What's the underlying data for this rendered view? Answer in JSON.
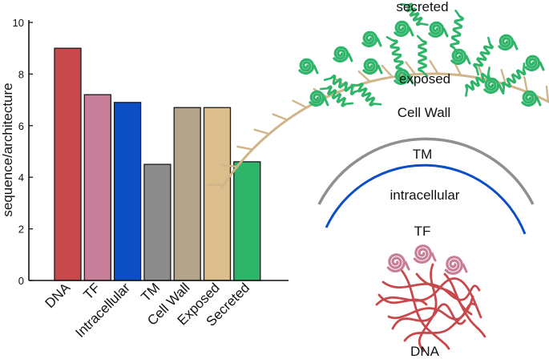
{
  "chart_data": {
    "type": "bar",
    "title": "",
    "xlabel": "",
    "ylabel": "sequence/architecture",
    "ylim": [
      0,
      10
    ],
    "yticks": [
      0,
      2,
      4,
      6,
      8,
      10
    ],
    "grid": false,
    "categories": [
      "DNA",
      "TF",
      "Intracellular",
      "TM",
      "Cell Wall",
      "Exposed",
      "Secreted"
    ],
    "values": [
      9.0,
      7.2,
      6.9,
      4.5,
      6.7,
      6.7,
      4.6
    ],
    "colors": [
      "#c8494b",
      "#c77f99",
      "#0c4ec4",
      "#8c8c8c",
      "#b4a48b",
      "#dcbd8c",
      "#2fb56a"
    ]
  },
  "diagram": {
    "labels": {
      "secreted": "secreted",
      "exposed": "exposed",
      "cell_wall": "Cell Wall",
      "tm": "TM",
      "intracellular": "intracellular",
      "tf": "TF",
      "dna": "DNA"
    },
    "colors": {
      "secreted": "#2fb56a",
      "cell_wall": "#d0b48a",
      "tm": "#8f8f8f",
      "intracellular": "#0c4ec4",
      "tf": "#c77f99",
      "dna": "#c8494b"
    }
  }
}
